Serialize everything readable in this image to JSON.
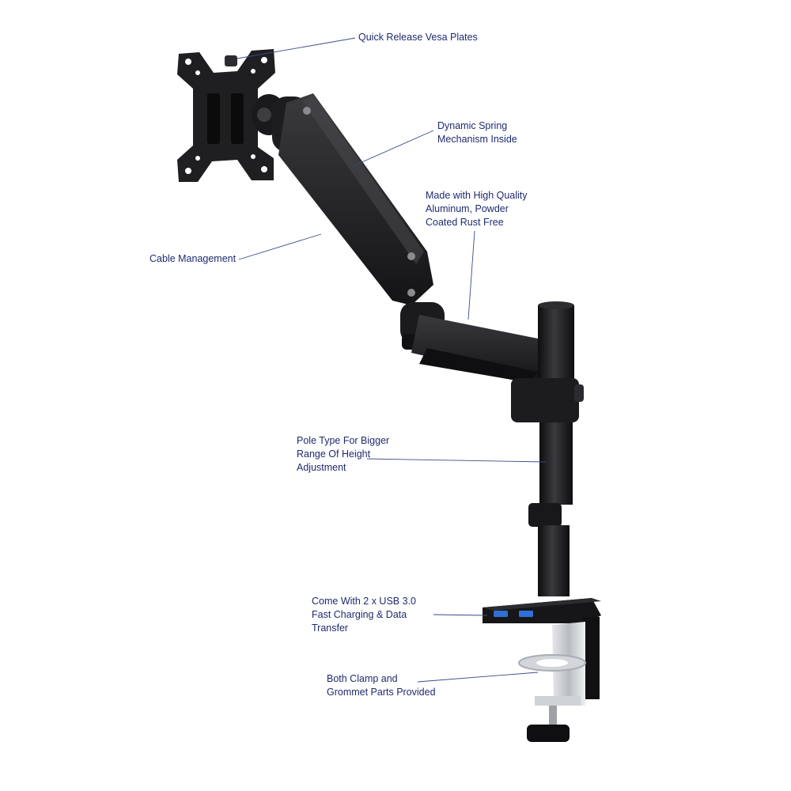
{
  "callouts": {
    "vesa": {
      "lines": [
        "Quick Release Vesa Plates"
      ]
    },
    "spring": {
      "lines": [
        "Dynamic Spring",
        "Mechanism Inside"
      ]
    },
    "aluminum": {
      "lines": [
        "Made with High Quality",
        "Aluminum, Powder",
        "Coated Rust Free"
      ]
    },
    "cable": {
      "lines": [
        "Cable Management"
      ]
    },
    "pole": {
      "lines": [
        "Pole Type For Bigger",
        "Range Of Height",
        "Adjustment"
      ]
    },
    "usb": {
      "lines": [
        "Come With 2 x USB 3.0",
        "Fast Charging & Data",
        "Transfer"
      ]
    },
    "clamp": {
      "lines": [
        "Both Clamp and",
        "Grommet Parts Provided"
      ]
    }
  },
  "colors": {
    "label_text": "#1f2a6e",
    "leader_line": "#3b4a8a",
    "metal_dark": "#1c1c1e",
    "metal_mid": "#2b2b2e",
    "steel": "#c9ccd0",
    "usb_port": "#2f6fd6"
  },
  "product": {
    "type": "single monitor arm with gas spring, pole mount and desk clamp",
    "usb_ports": 2
  }
}
